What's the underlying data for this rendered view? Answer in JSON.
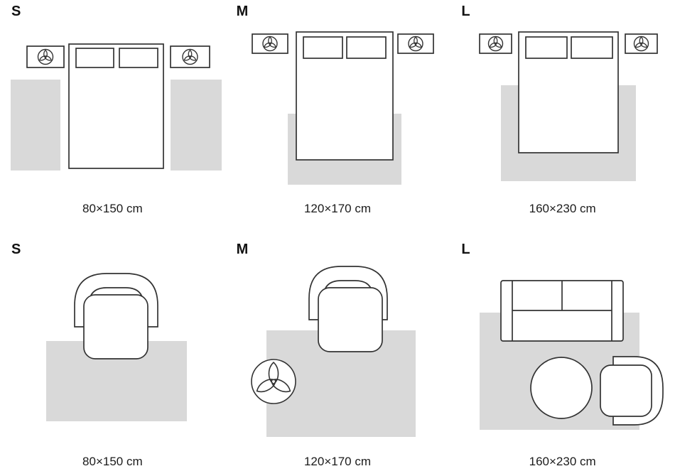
{
  "colors": {
    "background": "#ffffff",
    "rug_fill": "#d9d9d9",
    "outline": "#333333",
    "text": "#1b1b1b"
  },
  "icons": {
    "plant": "plant-icon (three-leaf plant seen from above)"
  },
  "rows": [
    {
      "scene": "bedroom",
      "cells": [
        {
          "size_label": "S",
          "dimension": "80×150 cm"
        },
        {
          "size_label": "M",
          "dimension": "120×170 cm"
        },
        {
          "size_label": "L",
          "dimension": "160×230 cm"
        }
      ]
    },
    {
      "scene": "living-room",
      "cells": [
        {
          "size_label": "S",
          "dimension": "80×150 cm"
        },
        {
          "size_label": "M",
          "dimension": "120×170 cm"
        },
        {
          "size_label": "L",
          "dimension": "160×230 cm"
        }
      ]
    }
  ]
}
